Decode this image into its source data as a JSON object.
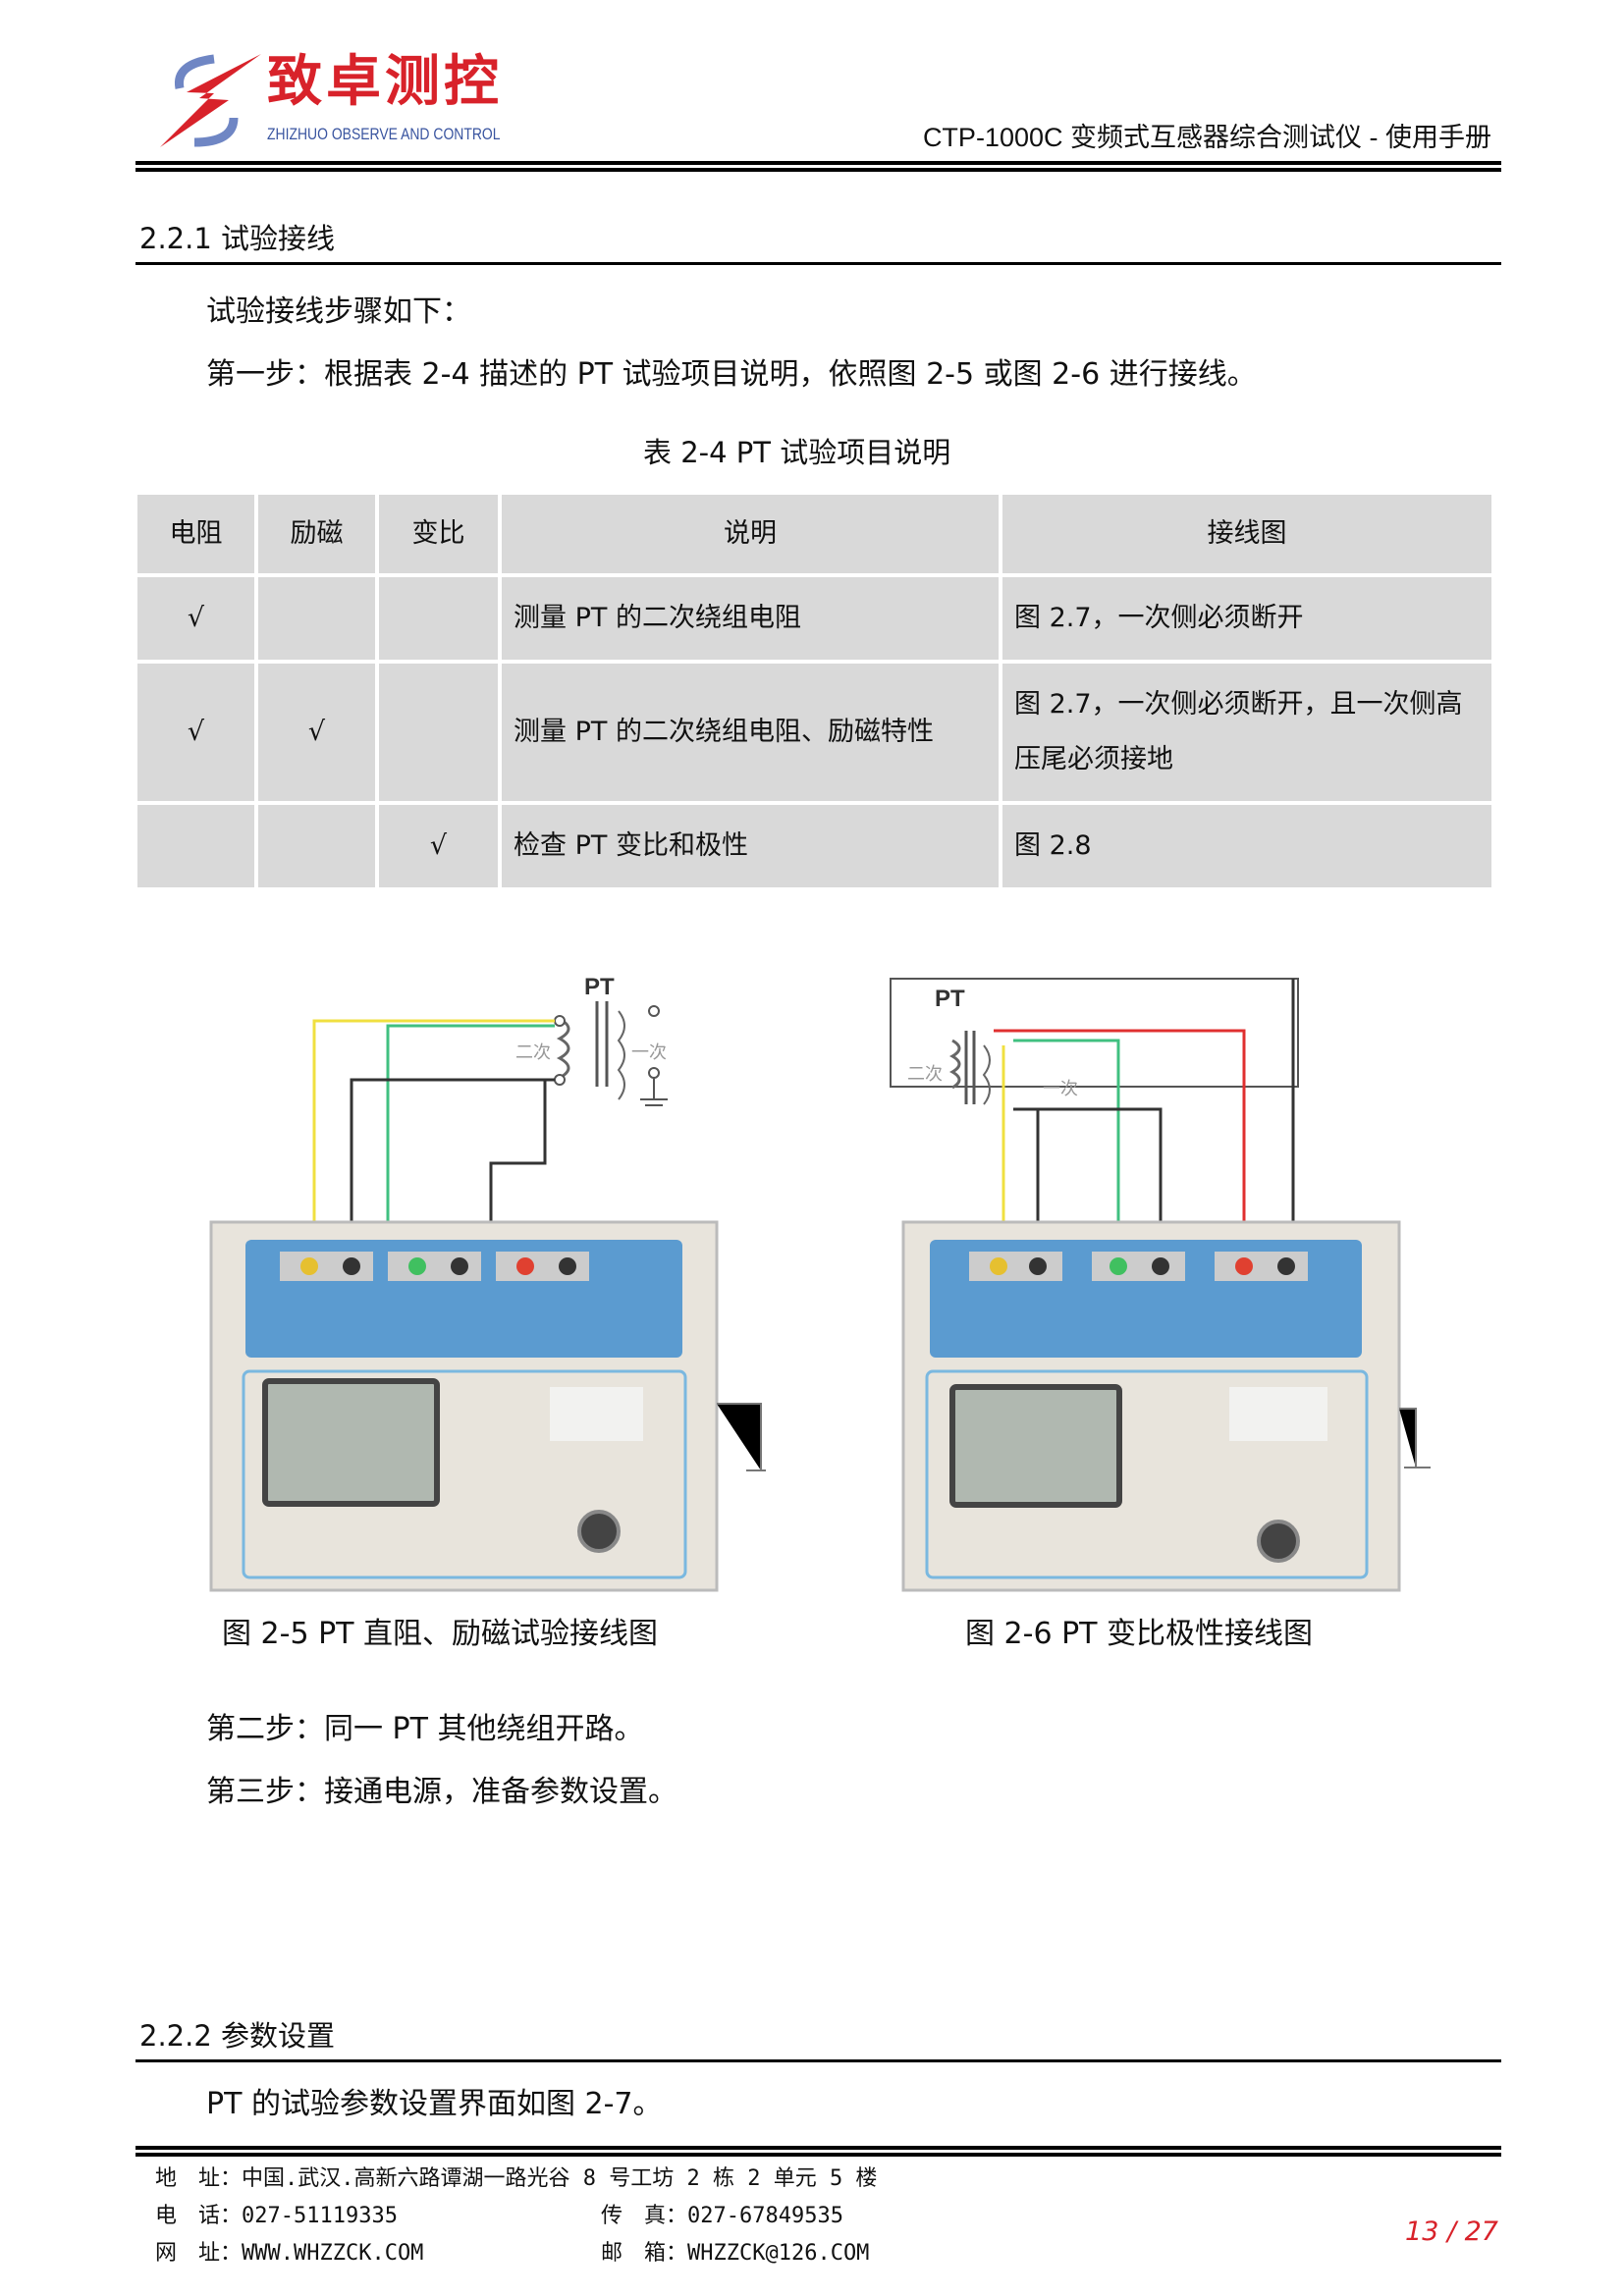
{
  "header": {
    "logo_cn": "致卓测控",
    "logo_en": "ZHIZHUO OBSERVE AND CONTROL",
    "title": "CTP-1000C 变频式互感器综合测试仪 - 使用手册"
  },
  "section1": {
    "heading": "2.2.1 试验接线",
    "intro": "试验接线步骤如下：",
    "step1": "第一步：根据表 2-4 描述的 PT 试验项目说明，依照图 2-5 或图 2-6 进行接线。",
    "table_caption": "表 2-4 PT 试验项目说明",
    "table": {
      "headers": [
        "电阻",
        "励磁",
        "变比",
        "说明",
        "接线图"
      ],
      "rows": [
        [
          "√",
          "",
          "",
          "测量 PT 的二次绕组电阻",
          "图 2.7，一次侧必须断开"
        ],
        [
          "√",
          "√",
          "",
          "测量 PT 的二次绕组电阻、励磁特性",
          "图 2.7，一次侧必须断开，且一次侧高压尾必须接地"
        ],
        [
          "",
          "",
          "√",
          "检查 PT 变比和极性",
          "图 2.8"
        ]
      ]
    },
    "fig_left": {
      "pt": "PT",
      "secondary": "二次",
      "primary": "一次",
      "caption": "图 2-5 PT 直阻、励磁试验接线图"
    },
    "fig_right": {
      "pt": "PT",
      "secondary": "二次",
      "primary": "一次",
      "caption": "图 2-6 PT 变比极性接线图"
    },
    "step2": "第二步：同一 PT 其他绕组开路。",
    "step3": "第三步：接通电源，准备参数设置。"
  },
  "section2": {
    "heading": "2.2.2 参数设置",
    "text": "PT 的试验参数设置界面如图 2-7。"
  },
  "footer": {
    "address": "地　址：中国.武汉.高新六路谭湖一路光谷 8 号工坊 2 栋 2 单元 5 楼",
    "phone": "电　话：027-51119335",
    "fax": "传　真：027-67849535",
    "web": "网　址：WWW.WHZZCK.COM",
    "email": "邮　箱：WHZZCK@126.COM",
    "page": "13 / 27"
  },
  "colors": {
    "brand_red": "#d8222a",
    "brand_blue": "#3a55a0",
    "panel_blue": "#5b9bd0",
    "table_bg": "#d9d9d9"
  }
}
